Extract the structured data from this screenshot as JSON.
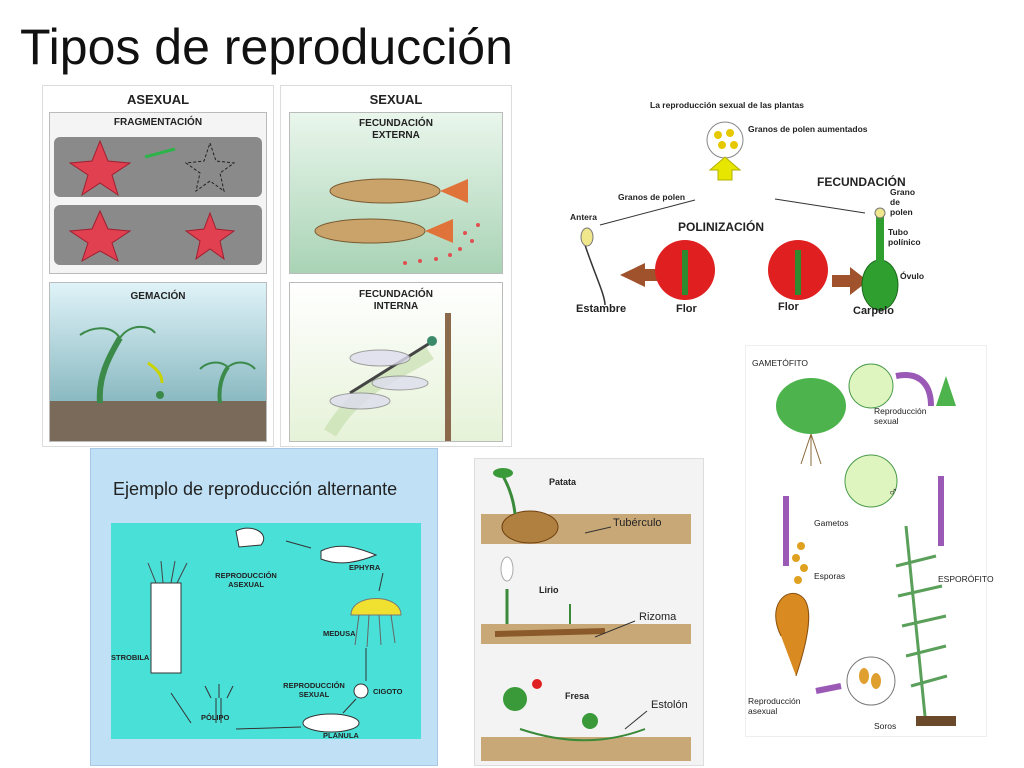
{
  "slide": {
    "title": "Tipos de reproducción"
  },
  "asexual_panel": {
    "header": "ASEXUAL",
    "fragmentation_label": "FRAGMENTACIÓN",
    "gemation_label": "GEMACIÓN"
  },
  "sexual_panel": {
    "header": "SEXUAL",
    "external_label": "FECUNDACIÓN EXTERNA",
    "internal_label": "FECUNDACIÓN INTERNA"
  },
  "plant_panel": {
    "title": "La reproducción sexual de las plantas",
    "pollen_enlarged": "Granos de polen aumentados",
    "pollen": "Granos de polen",
    "fecundacion": "FECUNDACIÓN",
    "grano_de_polen": "Grano de polen",
    "tubo_polinico": "Tubo polínico",
    "antera": "Antera",
    "polinizacion": "POLINIZACIÓN",
    "ovulo": "Óvulo",
    "estambre": "Estambre",
    "flor_left": "Flor",
    "flor_right": "Flor",
    "carpelo": "Carpelo"
  },
  "fern_panel": {
    "gametofito": "GAMETÓFITO",
    "reproduccion_sexual": "Reproducción sexual",
    "gametos": "Gametos",
    "male_symbol": "♂",
    "esporas": "Esporas",
    "esporofito": "ESPORÓFITO",
    "reproduccion_asexual": "Reproducción asexual",
    "soros": "Soros"
  },
  "alternation_panel": {
    "title": "Ejemplo de reproducción alternante",
    "reproduccion_asexual": "REPRODUCCIÓN ASEXUAL",
    "ephyra": "EPHYRA",
    "medusa": "MEDUSA",
    "strobila": "STROBILA",
    "reproduccion_sexual": "REPRODUCCIÓN SEXUAL",
    "cigoto": "CIGOTO",
    "polipo": "PÓLIPO",
    "planula": "PLÁNULA"
  },
  "vegetative_panel": {
    "patata": "Patata",
    "tuberculo": "Tubérculo",
    "lirio": "Lirio",
    "rizoma": "Rizoma",
    "fresa": "Fresa",
    "estolon": "Estolón"
  },
  "colors": {
    "accent_green": "#3c9a3c",
    "flower_red": "#e02020",
    "jelly_bg": "#49e0d8",
    "arrow_purple": "#9b59b6"
  }
}
